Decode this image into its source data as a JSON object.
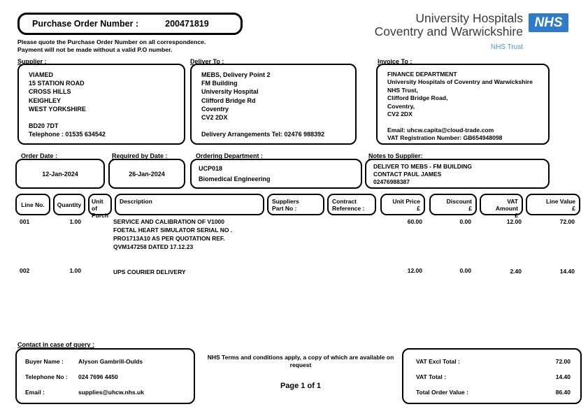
{
  "po_header": {
    "label": "Purchase Order Number :",
    "number": "200471819",
    "note_line1": "Please quote the Purchase Order Number on all correspondence.",
    "note_line2": "Payment will not be made without a valid P.O number."
  },
  "brand": {
    "org_line1": "University Hospitals",
    "org_line2": "Coventry and Warwickshire",
    "logo_text": "NHS",
    "trust_text": "NHS Trust",
    "nhs_blue": "#2F7BC8"
  },
  "supplier": {
    "label": "Supplier :",
    "lines": [
      "VIAMED",
      "15 STATION ROAD",
      "CROSS HILLS",
      "KEIGHLEY",
      "WEST YORKSHIRE",
      "",
      "BD20 7DT",
      "Telephone : 01535 634542"
    ]
  },
  "deliver_to": {
    "label": "Deliver To :",
    "lines": [
      "MEBS, Delivery Point 2",
      "FM Building",
      "University Hospital",
      "Clifford Bridge Rd",
      "Coventry",
      "CV2 2DX",
      "",
      "Delivery Arrangements Tel: 02476 988392"
    ]
  },
  "invoice_to": {
    "label": "Invoice To :",
    "lines": [
      "FINANCE DEPARTMENT",
      "University Hospitals of Coventry and Warwickshire",
      "NHS Trust,",
      "Clifford Bridge Road,",
      "Coventry,",
      "CV2 2DX",
      "",
      "Email: uhcw.capita@cloud-trade.com",
      "VAT Registration Number: GB654948098"
    ]
  },
  "order_info": {
    "order_date_label": "Order Date :",
    "order_date": "12-Jan-2024",
    "required_by_label": "Required by Date :",
    "required_by": "26-Jan-2024",
    "ordering_department_label": "Ordering Department :",
    "ordering_department_lines": [
      "UCP018",
      "Biomedical Engineering"
    ],
    "notes_label": "Notes to Supplier:",
    "notes_lines": [
      "DELIVER TO MEBS - FM BUILDING",
      "CONTACT PAUL JAMES",
      "02476988387"
    ]
  },
  "table": {
    "headers": {
      "line_no": "Line No.",
      "quantity": "Quantity",
      "unit": "Unit of\nPurch",
      "description": "Description",
      "part_no": "Suppliers\nPart No :",
      "contract": "Contract\nReference :",
      "unit_price": "Unit Price\n£",
      "discount": "Discount\n£",
      "vat": "VAT Amount\n£",
      "line_value": "Line Value\n£"
    },
    "rows": [
      {
        "line_no": "001",
        "quantity": "1.00",
        "description_lines": [
          "SERVICE AND CALIBRATION OF V1000",
          "FOETAL HEART SIMULATOR SERIAL NO .",
          "PRO1713A10 AS PER QUOTATION REF.",
          "QVM147258 DATED 17.12.23"
        ],
        "unit_price": "60.00",
        "discount": "0.00",
        "vat_amount": "12.00",
        "line_value": "72.00"
      },
      {
        "line_no": "002",
        "quantity": "1.00",
        "description_lines": [
          "UPS COURIER DELIVERY"
        ],
        "unit_price": "12.00",
        "discount": "0.00",
        "vat_amount": "2.40",
        "line_value": "14.40"
      }
    ]
  },
  "contact": {
    "label": "Contact in case of query :",
    "buyer_name_label": "Buyer Name :",
    "buyer_name": "Alyson Gambrill-Oulds",
    "telephone_label": "Telephone No :",
    "telephone": "024 7696 4450",
    "email_label": "Email :",
    "email": "supplies@uhcw.nhs.uk"
  },
  "footer": {
    "terms": "NHS Terms and conditions apply, a copy of which are available on request",
    "page": "Page 1 of 1"
  },
  "totals": {
    "vat_excl_label": "VAT Excl Total :",
    "vat_excl": "72.00",
    "vat_total_label": "VAT Total :",
    "vat_total": "14.40",
    "order_value_label": "Total Order Value :",
    "order_value": "86.40"
  }
}
